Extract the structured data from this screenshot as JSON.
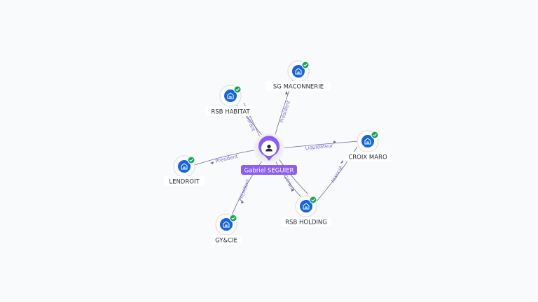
{
  "person": {
    "name": "Gabriel SEGUIER",
    "icon": "person-icon",
    "accent": "#8b5cf6"
  },
  "companies": [
    {
      "id": "sg-maconnerie",
      "name": "SG MACONNERIE",
      "icon": "building-icon",
      "status": "verified-check-icon"
    },
    {
      "id": "rsb-habitat",
      "name": "RSB HABITAT",
      "icon": "building-icon",
      "status": "verified-check-icon"
    },
    {
      "id": "lendroit",
      "name": "LENDROIT",
      "icon": "building-icon",
      "status": "verified-check-icon"
    },
    {
      "id": "gy-cie",
      "name": "GY&CIE",
      "icon": "building-icon",
      "status": "verified-check-icon"
    },
    {
      "id": "rsb-holding",
      "name": "RSB HOLDING",
      "icon": "building-icon",
      "status": "verified-check-icon"
    },
    {
      "id": "croix-maro",
      "name": "CROIX MARO",
      "icon": "building-icon",
      "status": "verified-check-icon"
    }
  ],
  "edges": [
    {
      "from": "person",
      "to": "sg-maconnerie",
      "label": "Président"
    },
    {
      "from": "person",
      "to": "rsb-habitat",
      "label": "Gérant"
    },
    {
      "from": "person",
      "to": "lendroit",
      "label": "Président"
    },
    {
      "from": "person",
      "to": "gy-cie",
      "label": "Président"
    },
    {
      "from": "person",
      "to": "rsb-holding",
      "label": "Gérant"
    },
    {
      "from": "person",
      "to": "croix-maro",
      "label": "Liquidateur"
    },
    {
      "from": "rsb-holding",
      "to": "croix-maro",
      "label": "Associé"
    }
  ],
  "colors": {
    "company": "#1565e0",
    "check": "#1aa35a",
    "edge_label": "#7b6ce0",
    "edge": "#6b6f7e"
  }
}
